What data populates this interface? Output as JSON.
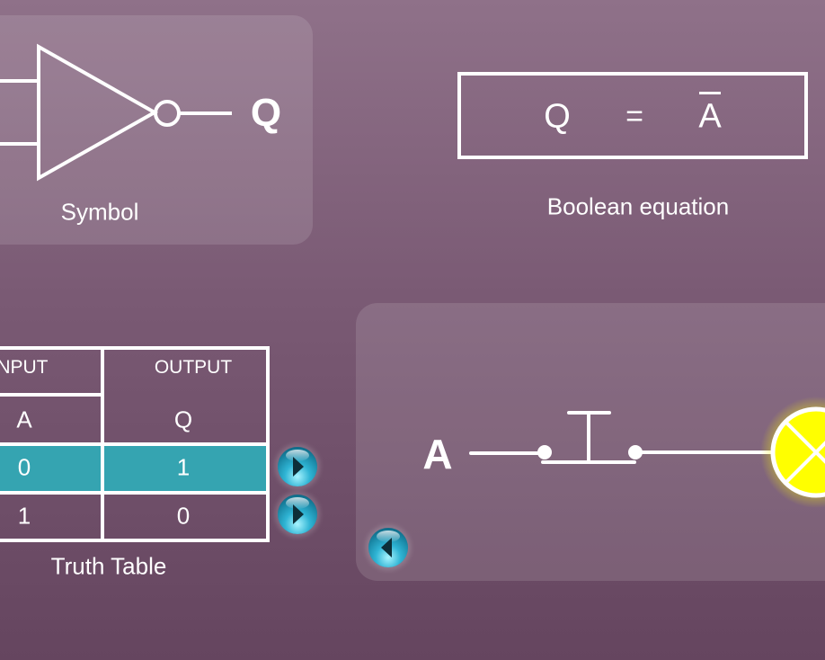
{
  "symbol": {
    "output_label": "Q",
    "caption": "Symbol"
  },
  "equation": {
    "lhs": "Q",
    "op": "=",
    "rhs": "A",
    "rhs_overbar": true,
    "caption": "Boolean equation"
  },
  "truth_table": {
    "header_input": "INPUT",
    "header_output": "OUTPUT",
    "col_input": "A",
    "col_output": "Q",
    "rows": [
      {
        "a": "0",
        "q": "1",
        "highlighted": true
      },
      {
        "a": "1",
        "q": "0",
        "highlighted": false
      }
    ],
    "caption": "Truth Table",
    "highlight_color": "#35a4b1"
  },
  "circuit": {
    "input_label": "A",
    "lamp_on": true,
    "lamp_color": "#ffff00"
  },
  "buttons": {
    "row1": "play-icon",
    "row2": "play-icon",
    "back": "back-icon"
  }
}
